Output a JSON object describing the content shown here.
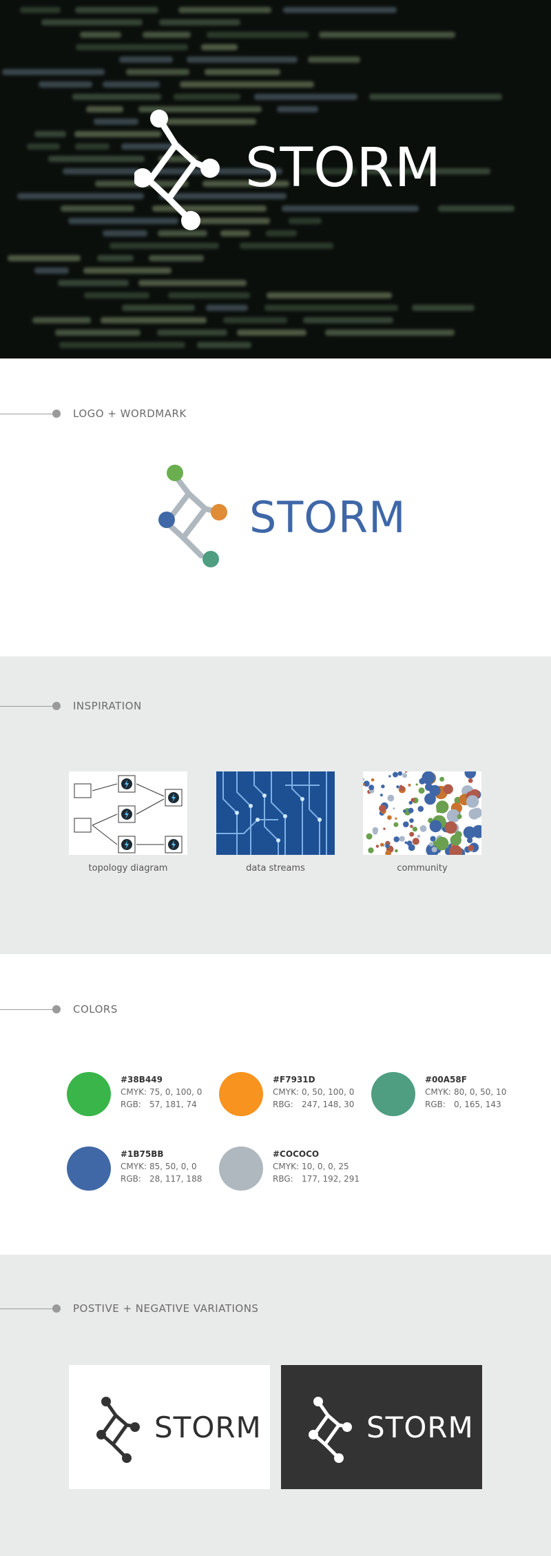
{
  "hero": {
    "wordmark": "STORM"
  },
  "logo_section": {
    "heading": "LOGO + WORDMARK",
    "wordmark": "STORM",
    "wordmark_color": "#1B75BB"
  },
  "inspiration": {
    "heading": "INSPIRATION",
    "items": [
      {
        "caption": "topology diagram"
      },
      {
        "caption": "data streams"
      },
      {
        "caption": "community"
      }
    ]
  },
  "colors": {
    "heading": "COLORS",
    "swatches": [
      {
        "hex": "#38B449",
        "cmyk_label": "CMYK:",
        "cmyk": "75, 0, 100, 0",
        "rgb_label": "RGB:",
        "rgb": "57, 181, 74",
        "fill": "#39B54A"
      },
      {
        "hex": "#F7931D",
        "cmyk_label": "CMYK:",
        "cmyk": "0, 50, 100, 0",
        "rgb_label": "RBG:",
        "rgb": "247, 148, 30",
        "fill": "#F7931E"
      },
      {
        "hex": "#00A58F",
        "cmyk_label": "CMYK:",
        "cmyk": "80, 0, 50, 10",
        "rgb_label": "RGB:",
        "rgb": "0, 165, 143",
        "fill": "#4F9E82"
      },
      {
        "hex": "#1B75BB",
        "cmyk_label": "CMYK:",
        "cmyk": "85, 50, 0, 0",
        "rgb_label": "RGB:",
        "rgb": "28, 117, 188",
        "fill": "#4068A6"
      },
      {
        "hex": "#COCOCO",
        "cmyk_label": "CMYK:",
        "cmyk": "10, 0, 0, 25",
        "rgb_label": "RBG:",
        "rgb": "177, 192, 291",
        "fill": "#AEB8BE"
      }
    ]
  },
  "variations": {
    "heading": "POSTIVE + NEGATIVE VARIATIONS",
    "positive_word": "STORM",
    "negative_word": "STORM"
  }
}
